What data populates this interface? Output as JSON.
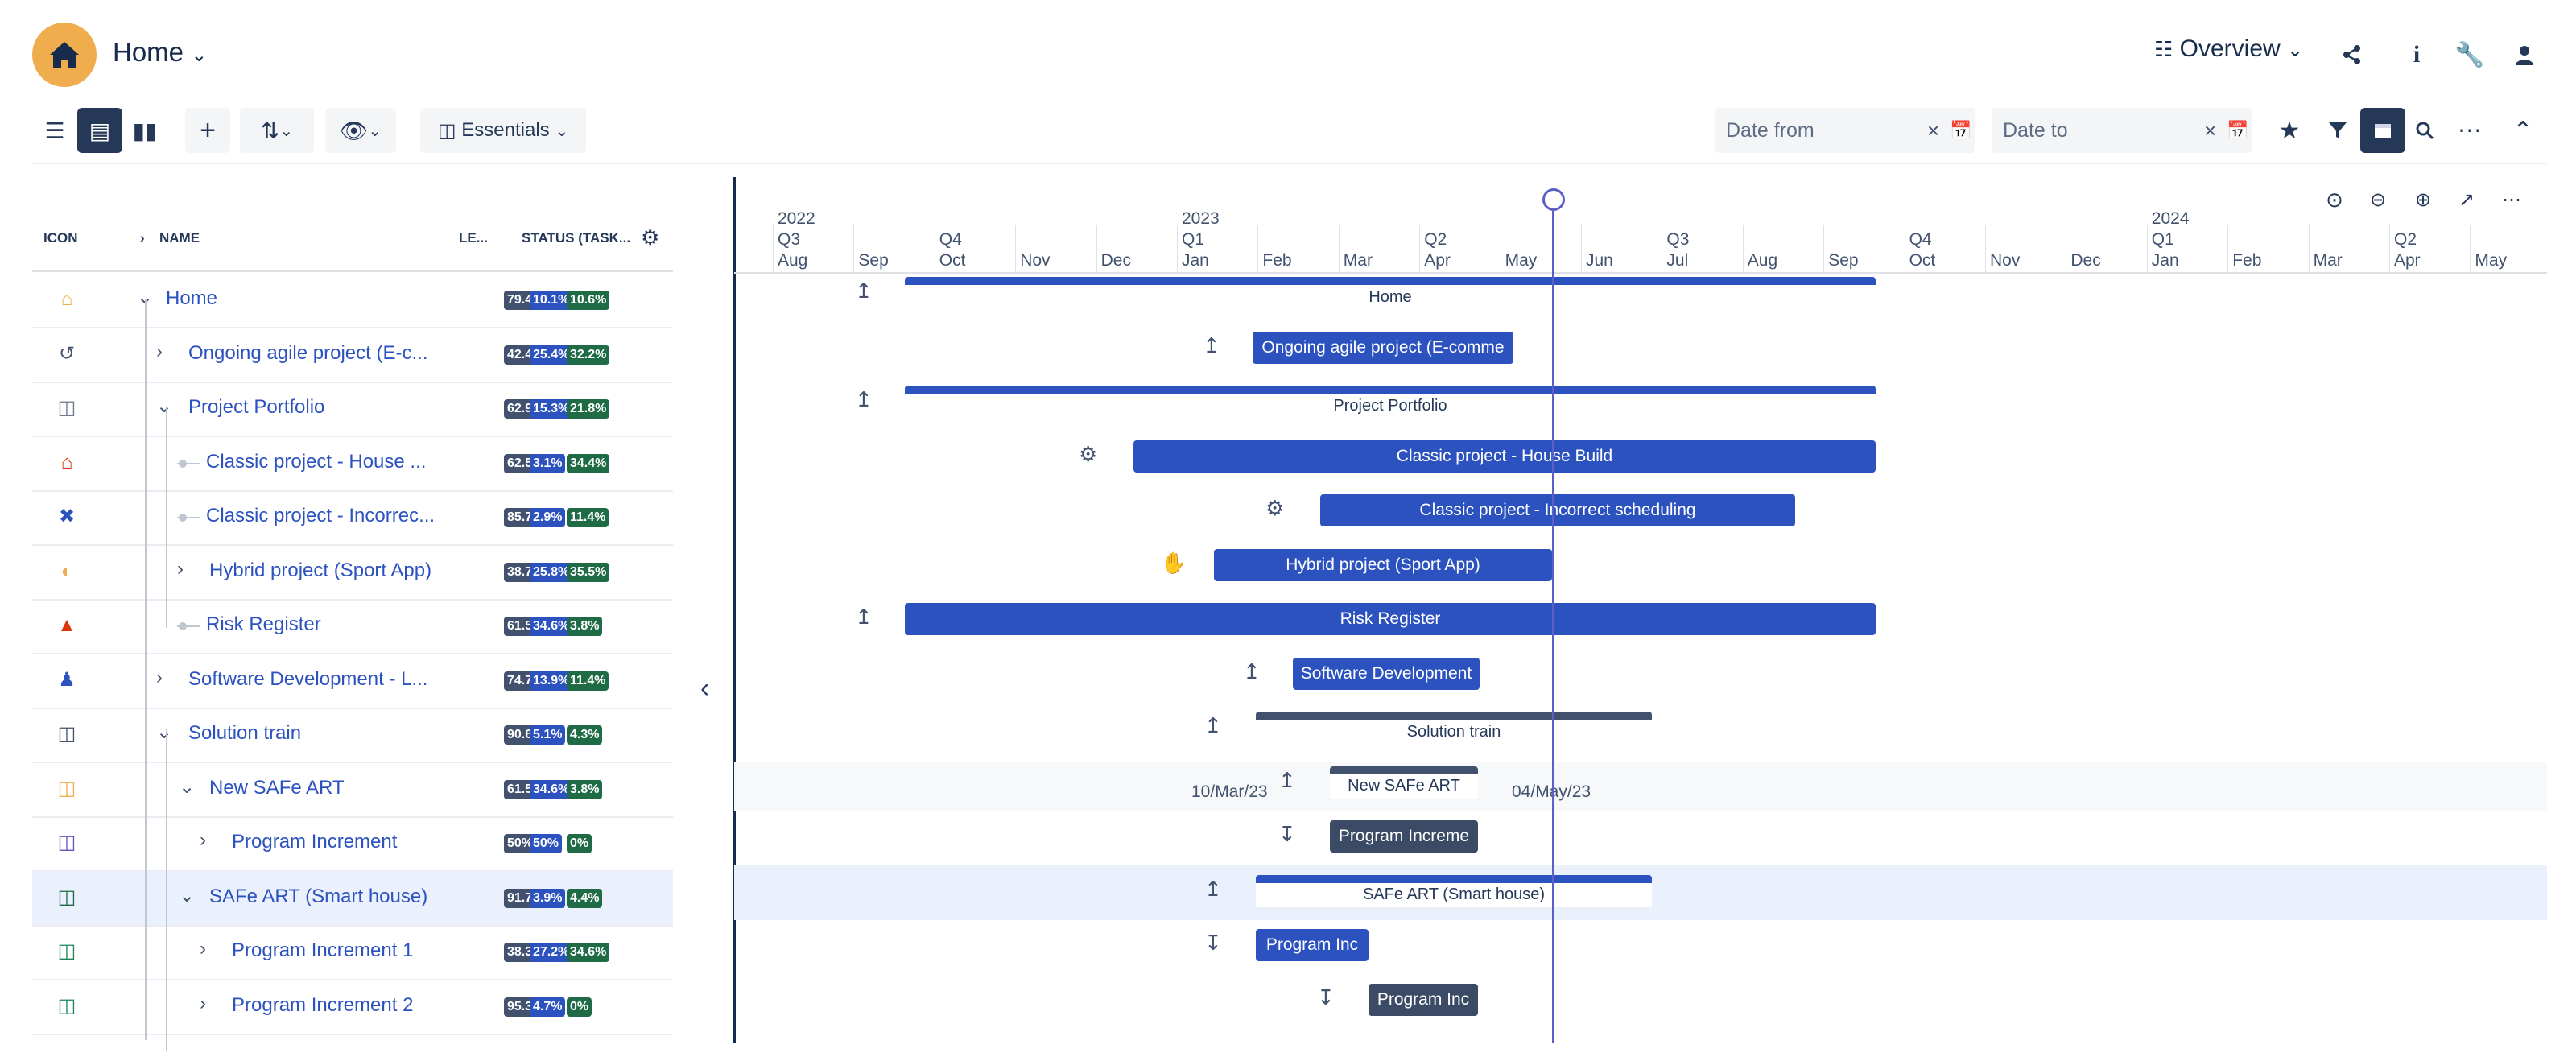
{
  "header": {
    "title": "Home",
    "view_label": "Overview"
  },
  "toolbar": {
    "essentials_label": "Essentials",
    "date_from_placeholder": "Date from",
    "date_to_placeholder": "Date to"
  },
  "grid": {
    "columns": {
      "icon": "ICON",
      "name": "NAME",
      "level": "LE...",
      "status": "STATUS (TASK..."
    },
    "rows": [
      {
        "name": "Home",
        "status": [
          "79.4%",
          "10.1%",
          "10.6%"
        ],
        "icon_color": "#f0ad4e"
      },
      {
        "name": "Ongoing agile project (E-c...",
        "status": [
          "42.4%",
          "25.4%",
          "32.2%"
        ],
        "icon_color": "#42526e"
      },
      {
        "name": "Project Portfolio",
        "status": [
          "62.9%",
          "15.3%",
          "21.8%"
        ],
        "icon_color": "#6b778c"
      },
      {
        "name": "Classic project - House ...",
        "status": [
          "62.5%",
          "3.1%",
          "34.4%"
        ],
        "icon_color": "#de350b"
      },
      {
        "name": "Classic project - Incorrec...",
        "status": [
          "85.7%",
          "2.9%",
          "11.4%"
        ],
        "icon_color": "#2c52c0"
      },
      {
        "name": "Hybrid project (Sport App)",
        "status": [
          "38.7%",
          "25.8%",
          "35.5%"
        ],
        "icon_color": "#f0ad4e"
      },
      {
        "name": "Risk Register",
        "status": [
          "61.5%",
          "34.6%",
          "3.8%"
        ],
        "icon_color": "#de350b"
      },
      {
        "name": "Software Development - L...",
        "status": [
          "74.7%",
          "13.9%",
          "11.4%"
        ],
        "icon_color": "#2c52c0"
      },
      {
        "name": "Solution train",
        "status": [
          "90.6%",
          "5.1%",
          "4.3%"
        ],
        "icon_color": "#42526e"
      },
      {
        "name": "New SAFe ART",
        "status": [
          "61.5%",
          "34.6%",
          "3.8%"
        ],
        "icon_color": "#f0ad4e"
      },
      {
        "name": "Program Increment",
        "status": [
          "50%",
          "50%",
          "0%"
        ],
        "icon_color": "#6554c0"
      },
      {
        "name": "SAFe ART (Smart house)",
        "status": [
          "91.7%",
          "3.9%",
          "4.4%"
        ],
        "icon_color": "#1f6b45"
      },
      {
        "name": "Program Increment 1",
        "status": [
          "38.3%",
          "27.2%",
          "34.6%"
        ],
        "icon_color": "#1f845a"
      },
      {
        "name": "Program Increment 2",
        "status": [
          "95.3%",
          "4.7%",
          "0%"
        ],
        "icon_color": "#1f845a"
      }
    ]
  },
  "timeline": {
    "years": [
      "2022",
      "2023",
      "2024"
    ],
    "quarters": [
      "Q3",
      "Q4",
      "Q1",
      "Q2",
      "Q3",
      "Q4",
      "Q1",
      "Q2"
    ],
    "months": [
      "Aug",
      "Sep",
      "Oct",
      "Nov",
      "Dec",
      "Jan",
      "Feb",
      "Mar",
      "Apr",
      "May",
      "Jun",
      "Jul",
      "Aug",
      "Sep",
      "Oct",
      "Nov",
      "Dec",
      "Jan",
      "Feb",
      "Mar",
      "Apr",
      "May"
    ],
    "bars": [
      {
        "label": "Home"
      },
      {
        "label": "Ongoing agile project (E-comme"
      },
      {
        "label": "Project Portfolio"
      },
      {
        "label": "Classic project - House Build"
      },
      {
        "label": "Classic project - Incorrect scheduling"
      },
      {
        "label": "Hybrid project (Sport App)"
      },
      {
        "label": "Risk Register"
      },
      {
        "label": "Software Development"
      },
      {
        "label": "Solution train"
      },
      {
        "label": "New SAFe ART"
      },
      {
        "label": "Program Increme"
      },
      {
        "label": "SAFe ART (Smart house)"
      },
      {
        "label": "Program Inc"
      },
      {
        "label": "Program Inc"
      }
    ],
    "new_safe_start": "10/Mar/23",
    "new_safe_end": "04/May/23"
  },
  "colors": {
    "accent": "#2c52c0",
    "today_line": "#5b5fc7",
    "brand": "#f0ad4e"
  }
}
